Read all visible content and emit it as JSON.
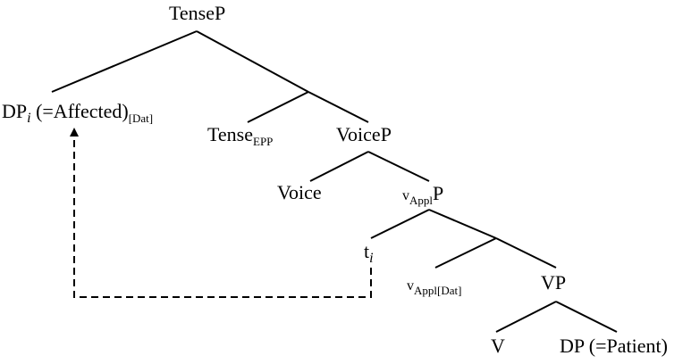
{
  "tree": {
    "tensep": "TenseP",
    "dp_affected": {
      "head": "DP",
      "index": "i",
      "rest": " (=Affected)",
      "sub": "[Dat]"
    },
    "tense_epp": {
      "head": "Tense",
      "sub": "EPP"
    },
    "voicep": "VoiceP",
    "voice": "Voice",
    "vappl_p": {
      "head": "v",
      "sub": "Appl",
      "tail": "P"
    },
    "trace": {
      "head": "t",
      "index": "i"
    },
    "vappl_dat": {
      "head": "v",
      "sub": "Appl[Dat]"
    },
    "vp": "VP",
    "v": "V",
    "dp_patient": "DP (=Patient)"
  },
  "colors": {
    "line": "#000000",
    "background": "#ffffff"
  }
}
